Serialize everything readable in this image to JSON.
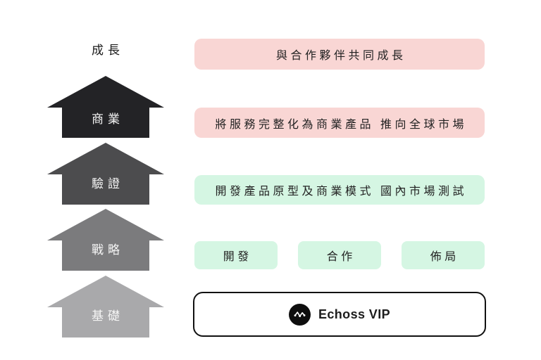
{
  "diagram_title": "Echoss VIP growth-stage pyramid",
  "colors": {
    "background": "#ffffff",
    "pink_box": "#f9d6d4",
    "green_box": "#d5f6e3",
    "arrow_business": "#232326",
    "arrow_validation": "#4c4c4e",
    "arrow_strategy": "#7b7b7d",
    "arrow_foundation": "#a9a9ab",
    "arrow_label_text": "#f5f5f5",
    "stage_top_label_text": "#1a1a1a",
    "box_text": "#222222",
    "foundation_border": "#111111",
    "logo_circle": "#0e0e0e"
  },
  "pyramid": {
    "stages": [
      {
        "id": "growth",
        "label": "成長",
        "arrow_color": ""
      },
      {
        "id": "business",
        "label": "商業",
        "arrow_color": "#232326"
      },
      {
        "id": "validation",
        "label": "驗證",
        "arrow_color": "#4c4c4e"
      },
      {
        "id": "strategy",
        "label": "戰略",
        "arrow_color": "#7b7b7d"
      },
      {
        "id": "foundation",
        "label": "基礎",
        "arrow_color": "#a9a9ab"
      }
    ]
  },
  "details": {
    "growth_box": {
      "text": "與合作夥伴共同成長",
      "bg": "#f9d6d4"
    },
    "business_box": {
      "text": "將服務完整化為商業產品 推向全球市場",
      "bg": "#f9d6d4"
    },
    "validation_box": {
      "text": "開發產品原型及商業模式 國內市場測試",
      "bg": "#d5f6e3"
    },
    "strategy_boxes": [
      {
        "text": "開發",
        "bg": "#d5f6e3"
      },
      {
        "text": "合作",
        "bg": "#d5f6e3"
      },
      {
        "text": "佈局",
        "bg": "#d5f6e3"
      }
    ],
    "foundation_box": {
      "brand": "Echoss VIP",
      "icon": "echoss-wave-logo-icon"
    }
  }
}
